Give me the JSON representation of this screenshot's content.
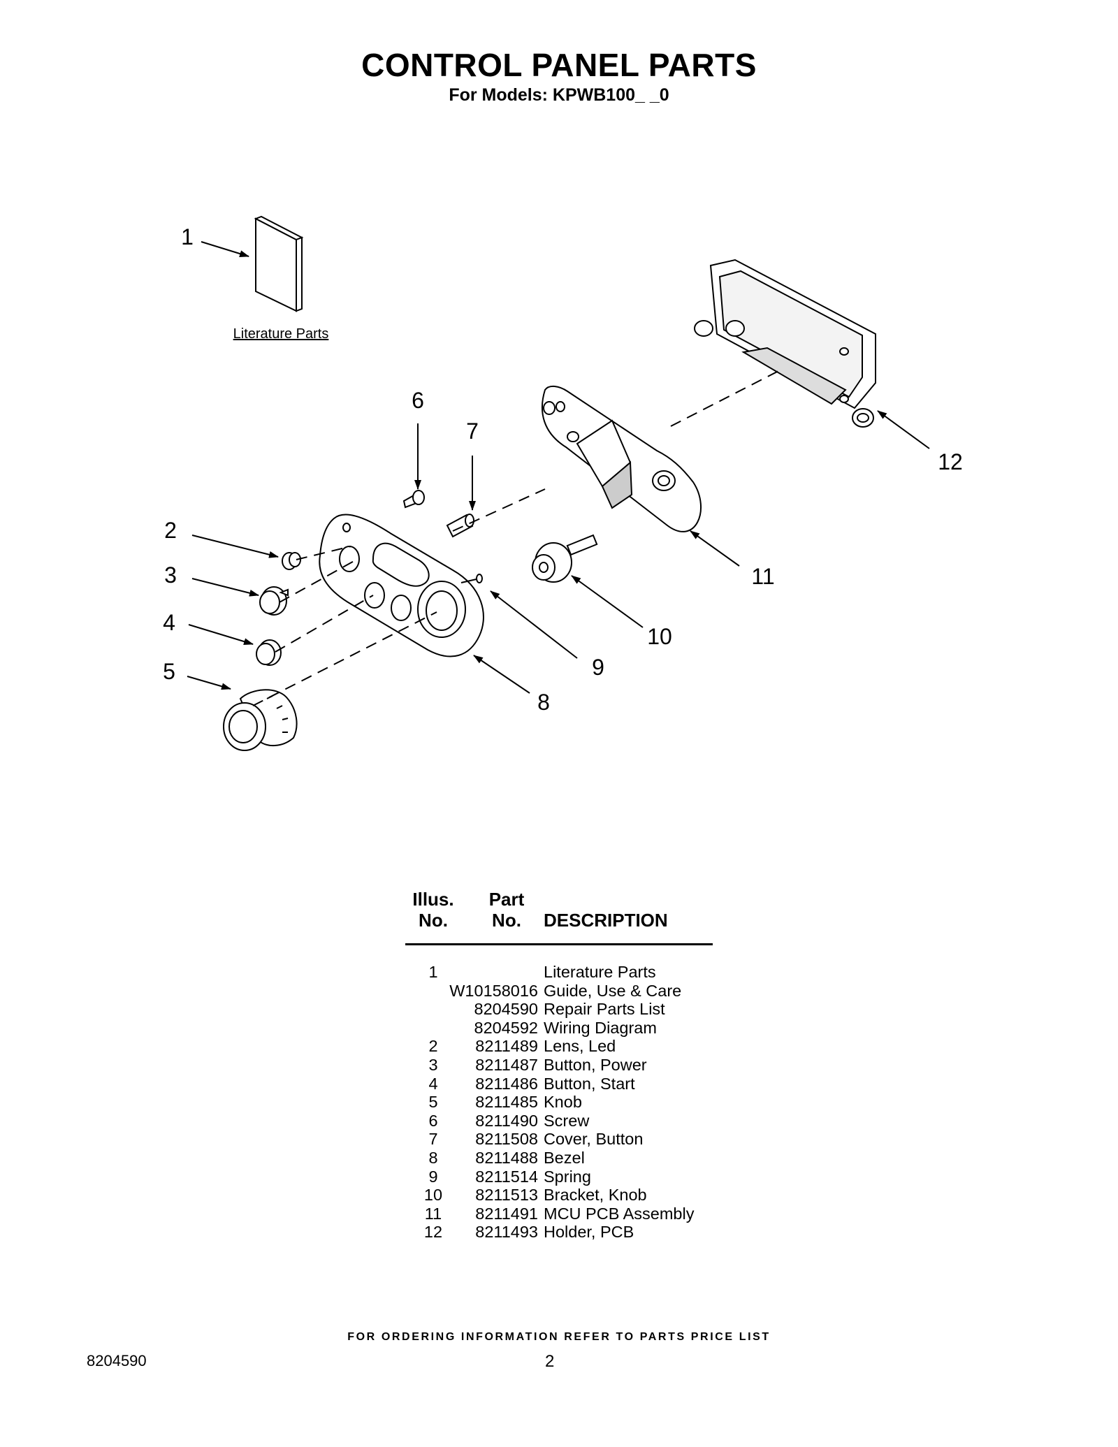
{
  "header": {
    "title": "CONTROL PANEL PARTS",
    "subtitle": "For Models: KPWB100_ _0"
  },
  "diagram": {
    "literature_label": "Literature Parts",
    "callouts": [
      "1",
      "2",
      "3",
      "4",
      "5",
      "6",
      "7",
      "8",
      "9",
      "10",
      "11",
      "12"
    ]
  },
  "table": {
    "headers": {
      "illus_line1": "Illus.",
      "illus_line2": "No.",
      "part_line1": "Part",
      "part_line2": "No.",
      "description": "DESCRIPTION"
    },
    "rows": [
      {
        "illus": "1",
        "part": "",
        "description": "Literature Parts"
      },
      {
        "illus": "",
        "part": "W10158016",
        "description": "Guide, Use & Care"
      },
      {
        "illus": "",
        "part": "8204590",
        "description": "Repair Parts List"
      },
      {
        "illus": "",
        "part": "8204592",
        "description": "Wiring Diagram"
      },
      {
        "illus": "2",
        "part": "8211489",
        "description": "Lens, Led"
      },
      {
        "illus": "3",
        "part": "8211487",
        "description": "Button, Power"
      },
      {
        "illus": "4",
        "part": "8211486",
        "description": "Button, Start"
      },
      {
        "illus": "5",
        "part": "8211485",
        "description": "Knob"
      },
      {
        "illus": "6",
        "part": "8211490",
        "description": "Screw"
      },
      {
        "illus": "7",
        "part": "8211508",
        "description": "Cover, Button"
      },
      {
        "illus": "8",
        "part": "8211488",
        "description": "Bezel"
      },
      {
        "illus": "9",
        "part": "8211514",
        "description": "Spring"
      },
      {
        "illus": "10",
        "part": "8211513",
        "description": "Bracket, Knob"
      },
      {
        "illus": "11",
        "part": "8211491",
        "description": "MCU PCB Assembly"
      },
      {
        "illus": "12",
        "part": "8211493",
        "description": "Holder, PCB"
      }
    ]
  },
  "footer": {
    "note": "FOR ORDERING INFORMATION REFER TO PARTS PRICE LIST",
    "document_number": "8204590",
    "page_number": "2"
  }
}
